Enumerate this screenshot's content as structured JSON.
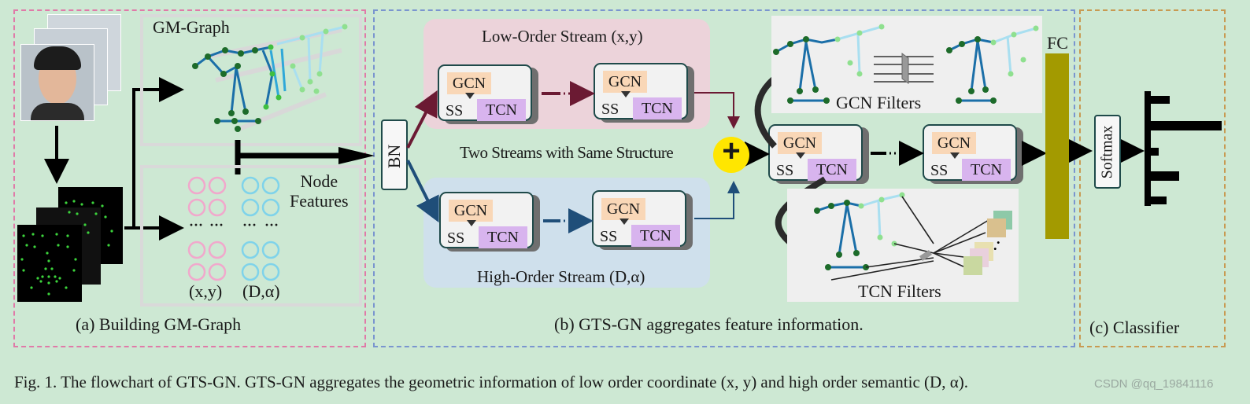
{
  "panel_a": {
    "title": "GM-Graph",
    "node_features": [
      "Node",
      "Features"
    ],
    "col1_label": "(x,y)",
    "col2_label": "(D,α)",
    "dots": "···",
    "caption": "(a) Building GM-Graph"
  },
  "panel_b": {
    "bn": "BN",
    "low_stream": "Low-Order Stream (x,y)",
    "high_stream": "High-Order Stream (D,α)",
    "same_structure": "Two Streams with Same Structure",
    "gcn": "GCN",
    "tcn": "TCN",
    "ss": "SS",
    "plus": "+",
    "gcn_filters": "GCN Filters",
    "tcn_filters": "TCN Filters",
    "fc": "FC",
    "caption": "(b) GTS-GN aggregates feature information."
  },
  "panel_c": {
    "softmax": "Softmax",
    "caption": "(c) Classifier"
  },
  "figure_caption": "Fig. 1.  The flowchart of GTS-GN. GTS-GN aggregates the geometric information of low order coordinate (x, y) and high order semantic (D, α).",
  "watermark": "CSDN @qq_19841116",
  "colors": {
    "low_stream_bg": "#ecd3da",
    "high_stream_bg": "#cfe0ec",
    "low_arrow": "#6b1a33",
    "high_arrow": "#1f4e79",
    "fc_bar": "#a39a00",
    "plus_circle": "#ffe600",
    "pink_node": "#f1a8cc",
    "cyan_node": "#7fd3ea"
  }
}
